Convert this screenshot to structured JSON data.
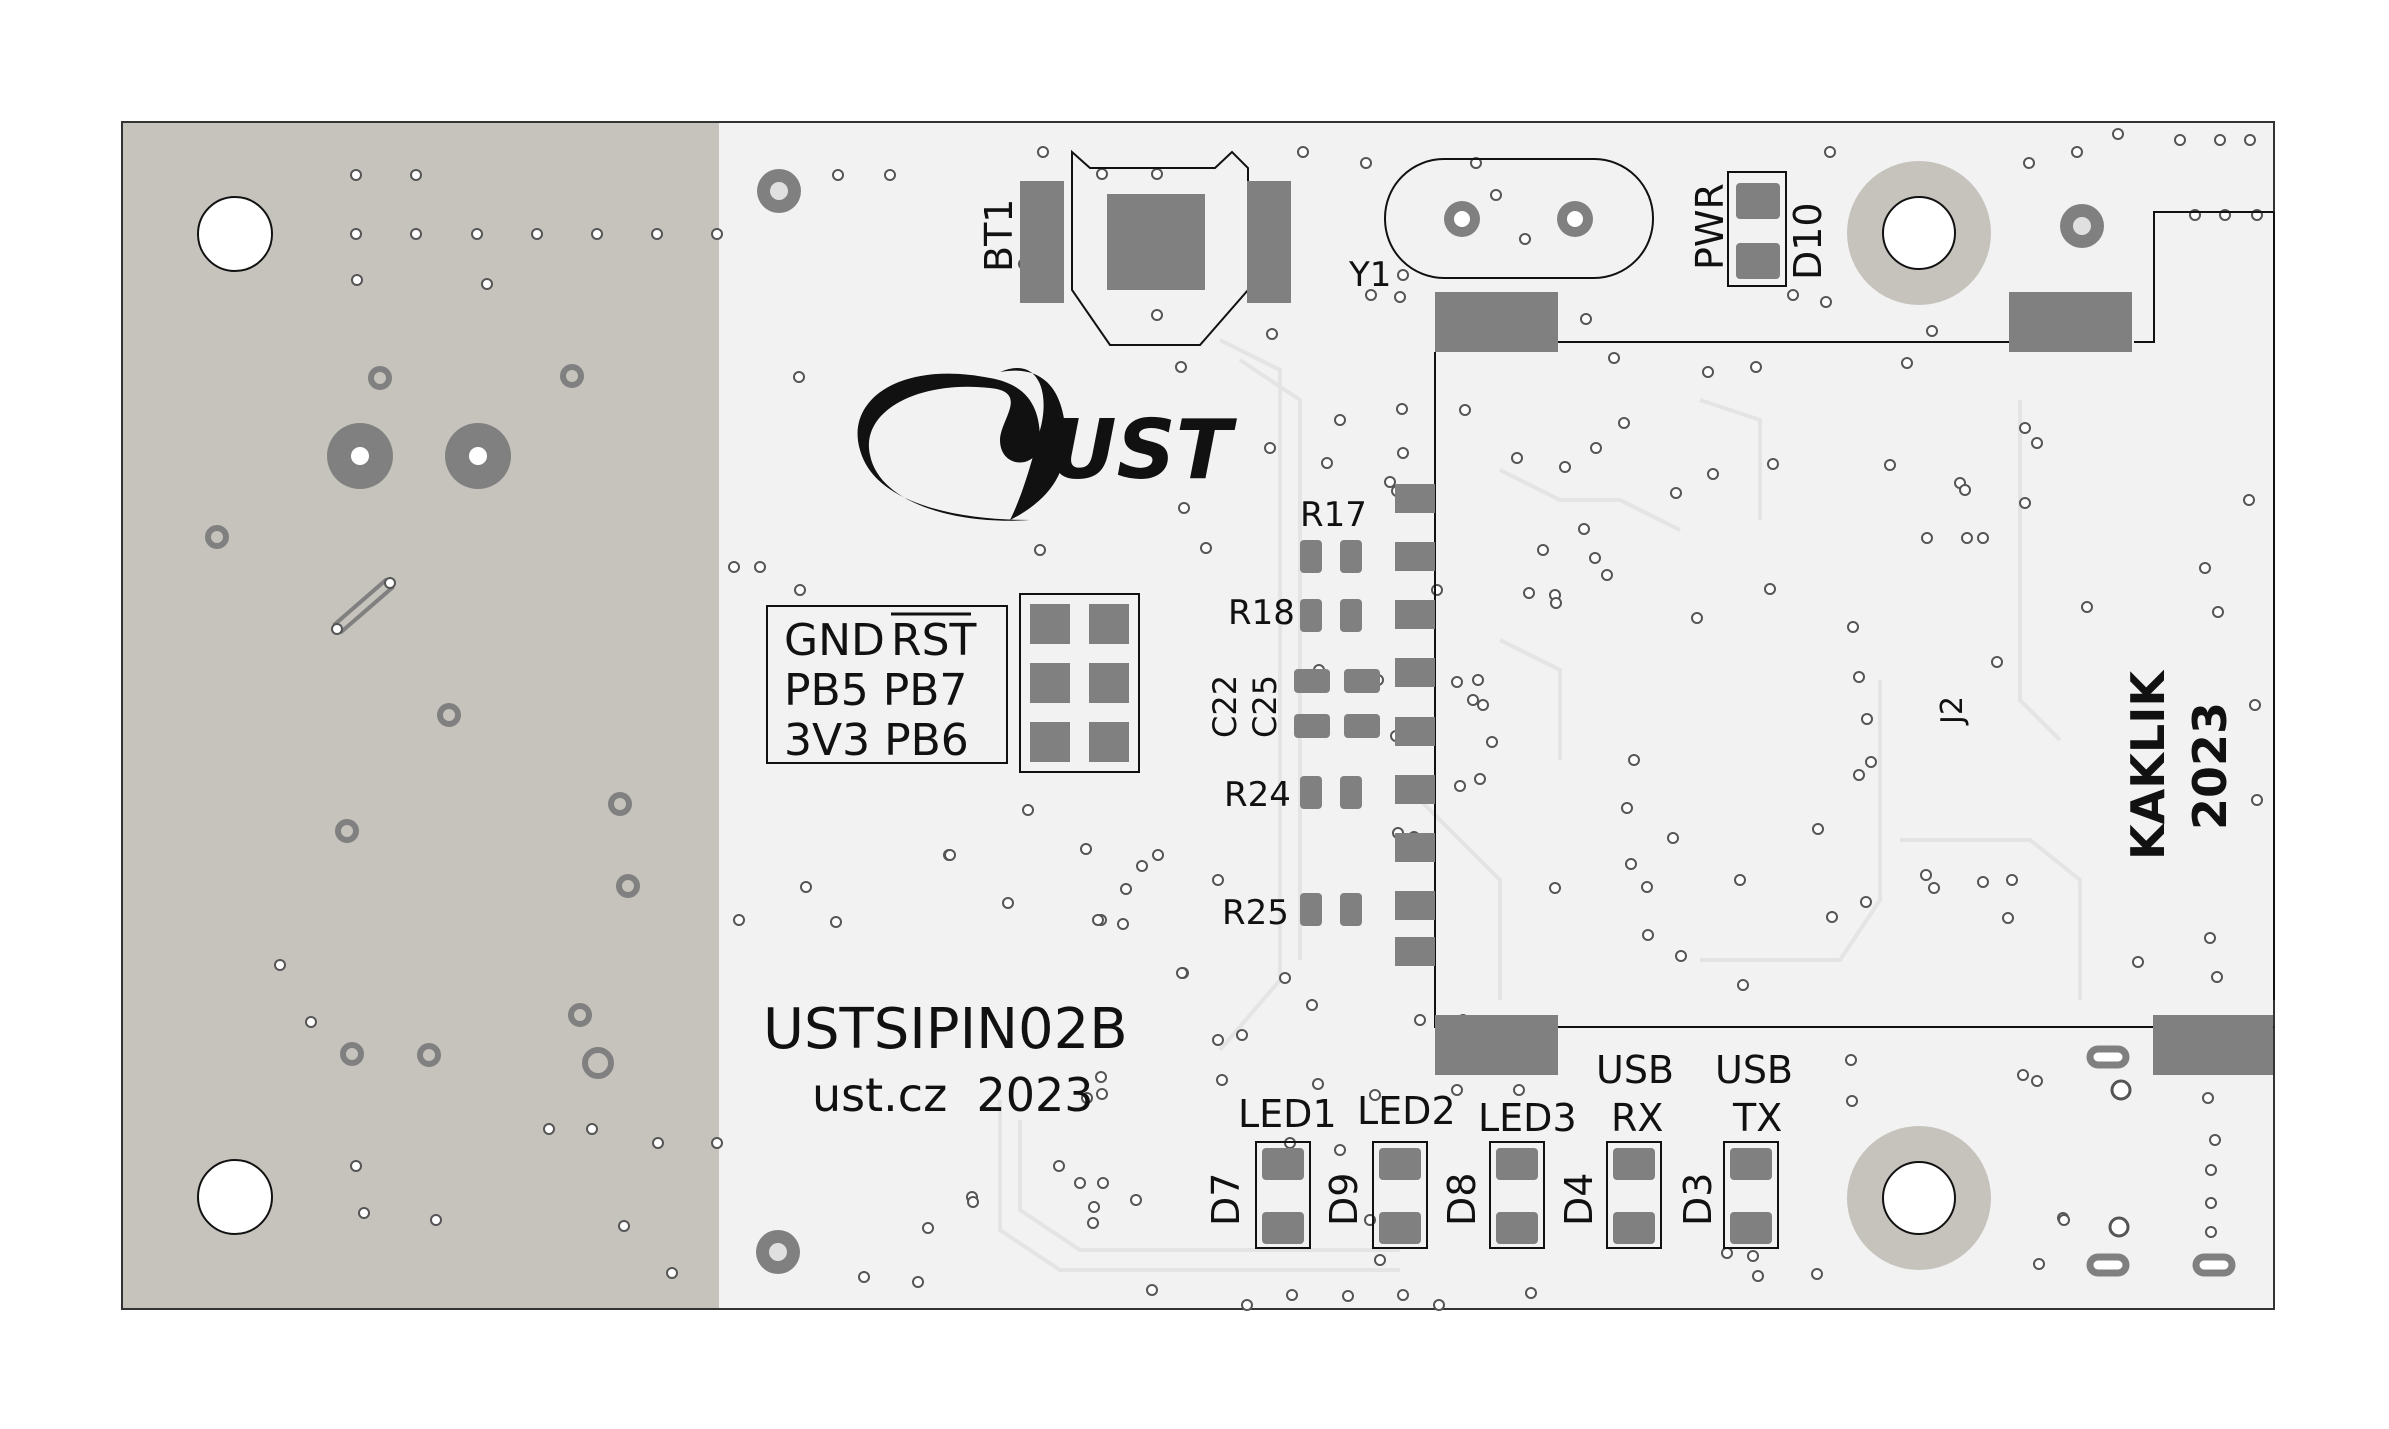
{
  "board": {
    "name": "USTSIPIN02B",
    "web_year": "ust.cz  2023",
    "logo_text": "UST",
    "author_name": "KAKLIK",
    "author_year": "2023"
  },
  "header_pins": {
    "row1": "GND",
    "row1b": "RST",
    "row2": "PB5 PB7",
    "row3": "3V3 PB6"
  },
  "refs": {
    "bt1": "BT1",
    "y1": "Y1",
    "pwr": "PWR",
    "d10": "D10",
    "r17": "R17",
    "r18": "R18",
    "c22": "C22",
    "c25": "C25",
    "r24": "R24",
    "r25": "R25",
    "j2": "J2",
    "led1": "LED1",
    "led2": "LED2",
    "led3": "LED3",
    "usb_rx_1": "USB",
    "usb_rx_2": "RX",
    "usb_tx_1": "USB",
    "usb_tx_2": "TX",
    "d7": "D7",
    "d9": "D9",
    "d8": "D8",
    "d4": "D4",
    "d3": "D3"
  },
  "colors": {
    "board": "#f2f2f2",
    "left_zone": "#c6c3bd",
    "pad": "#808080",
    "silkscreen": "#111111",
    "trace": "#e6e6e6"
  }
}
